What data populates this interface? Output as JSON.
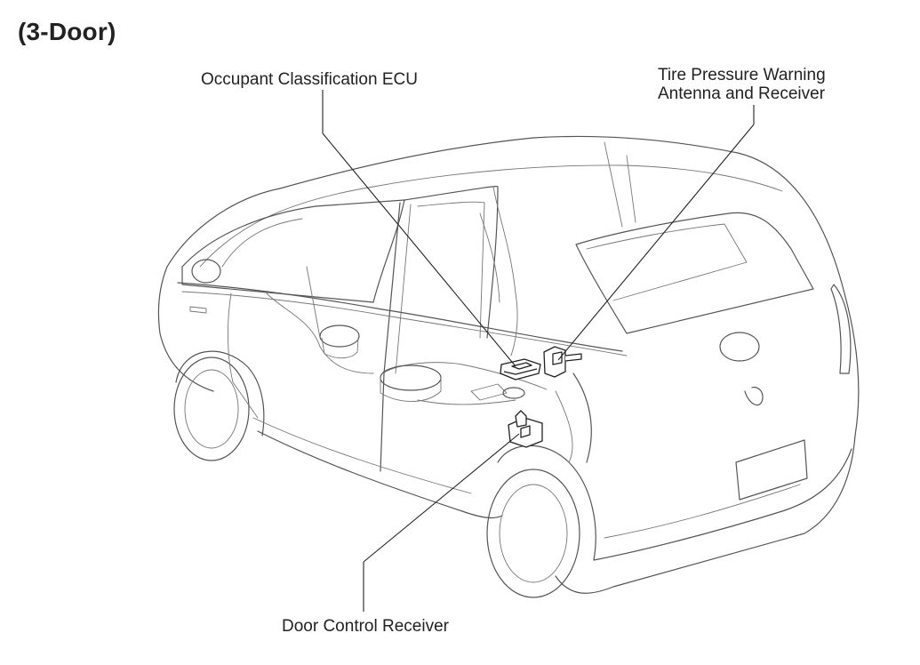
{
  "title": "(3-Door)",
  "labels": {
    "occupant_ecu": "Occupant Classification ECU",
    "tire_pressure_line1": "Tire Pressure Warning",
    "tire_pressure_line2": "Antenna and Receiver",
    "door_control": "Door Control Receiver"
  },
  "colors": {
    "line": "#555555",
    "text": "#222222",
    "background": "#ffffff"
  }
}
